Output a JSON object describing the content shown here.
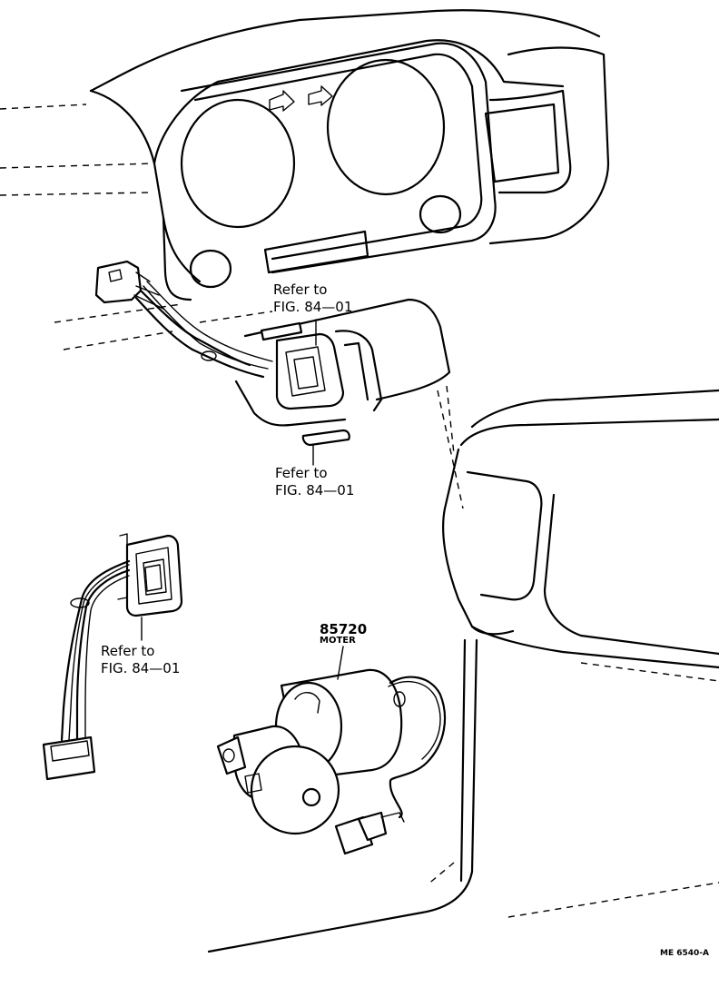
{
  "callouts": {
    "refer_upper": {
      "line1": "Refer to",
      "line2": "FIG. 84—01"
    },
    "refer_mid": {
      "line1": "Fefer to",
      "line2": "FIG. 84—01"
    },
    "refer_lower": {
      "line1": "Refer to",
      "line2": "FIG. 84—01"
    }
  },
  "part": {
    "number": "85720",
    "name": "MOTER"
  },
  "drawing_code": "ME 6540-A"
}
